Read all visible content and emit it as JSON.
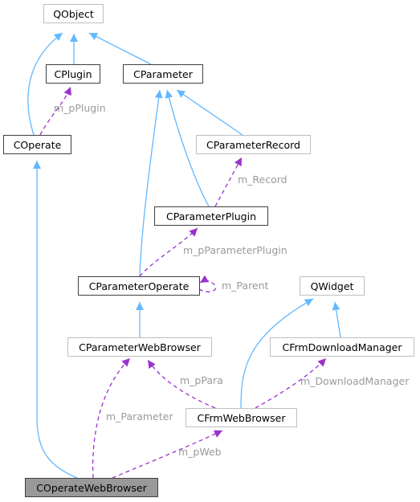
{
  "diagram": {
    "colors": {
      "inheritance": "#63b8ff",
      "usage": "#9a32cd",
      "label": "#9a9a9a",
      "focus_fill": "#999999"
    },
    "nodes": {
      "qobject": "QObject",
      "cplugin": "CPlugin",
      "cparameter": "CParameter",
      "coperate": "COperate",
      "cparameterrecord": "CParameterRecord",
      "cparameterplugin": "CParameterPlugin",
      "cparameteroperate": "CParameterOperate",
      "qwidget": "QWidget",
      "cparameterwebbrowser": "CParameterWebBrowser",
      "cfrmdownloadmanager": "CFrmDownloadManager",
      "cfrmwebbrowser": "CFrmWebBrowser",
      "coperatewebbrowser": "COperateWebBrowser"
    },
    "edge_labels": {
      "m_pPlugin": "m_pPlugin",
      "m_Record": "m_Record",
      "m_pParameterPlugin": "m_pParameterPlugin",
      "m_Parent": "m_Parent",
      "m_pPara": "m_pPara",
      "m_DownloadManager": "m_DownloadManager",
      "m_Parameter": "m_Parameter",
      "m_pWeb": "m_pWeb"
    }
  }
}
